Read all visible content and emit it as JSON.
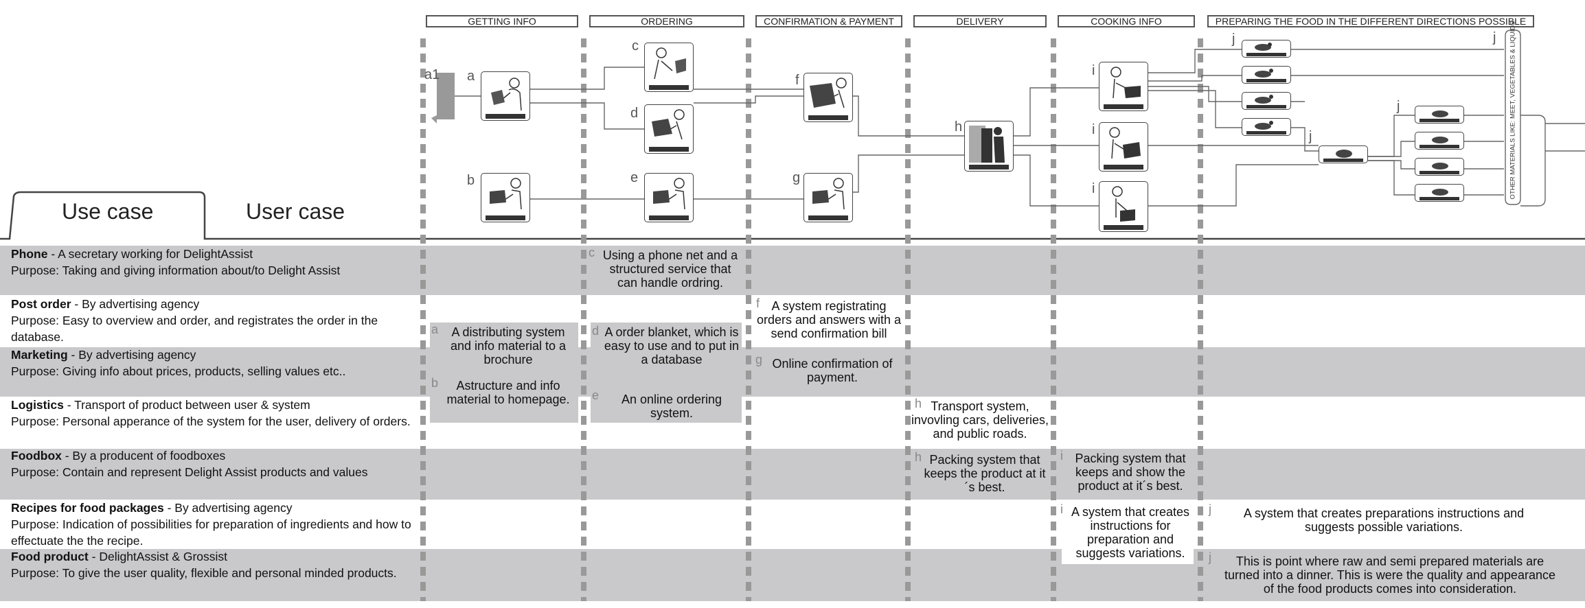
{
  "tabs": {
    "use_case": "Use case",
    "user_case": "User case"
  },
  "phases": [
    {
      "label": "GETTING INFO"
    },
    {
      "label": "ORDERING"
    },
    {
      "label": "CONFIRMATION & PAYMENT"
    },
    {
      "label": "DELIVERY"
    },
    {
      "label": "COOKING  INFO"
    },
    {
      "label": "PREPARING THE  FOOD IN THE DIFFERENT DIRECTIONS POSSIBLE"
    }
  ],
  "vertical_label": "OTHER MATERIALS LIKE: MEET, VEGETABLES & LIQUIDS",
  "node_letters": {
    "a1": "a1",
    "a": "a",
    "b": "b",
    "c": "c",
    "d": "d",
    "e": "e",
    "f": "f",
    "g": "g",
    "h": "h",
    "i": "i",
    "j": "j"
  },
  "rows": [
    {
      "title": "Phone",
      "by": " - A secretary working for DelightAssist",
      "purpose": "Purpose: Taking and giving information about/to  Delight Assist"
    },
    {
      "title": "Post order",
      "by": " - By advertising agency",
      "purpose": " Purpose:  Easy to overview and order,  and registrates the order in the database."
    },
    {
      "title": "Marketing",
      "by": " - By advertising agency",
      "purpose": "Purpose: Giving info about prices, products, selling values etc.."
    },
    {
      "title": "Logistics",
      "by": " - Transport of product between user & system",
      "purpose": "Purpose:  Personal apperance of the system for the user, delivery of orders."
    },
    {
      "title": "Foodbox",
      "by": " - By a producent of foodboxes",
      "purpose": "Purpose:  Contain and represent Delight Assist products and values"
    },
    {
      "title": "Recipes for food packages",
      "by": " - By advertising agency",
      "purpose": "Purpose:  Indication of  possibilities for preparation of ingredients and how to effectuate the the recipe."
    },
    {
      "title": "Food product",
      "by": " - DelightAssist & Grossist",
      "purpose": "Purpose: To give the user quality, flexible and personal minded products."
    }
  ],
  "cells": {
    "c": "Using a phone net and a structured service that can handle ordring.",
    "f": "A system registrating orders and answers with a send confirmation bill",
    "a": "A distributing system and info material to a brochure",
    "d": "A order blanket, which is easy to use and to put in a database",
    "g": "Online confirmation of payment.",
    "b": "Astructure and info material to homepage.",
    "e": "An online ordering system.",
    "h1": "Transport system, invovling cars, deliveries, and public roads.",
    "h2": "Packing system that keeps the product at it´s best.",
    "i1": "Packing system that keeps and show the product at it´s best.",
    "i2": "A system that creates instructions for preparation and suggests variations.",
    "j1": "A system that creates preparations instructions and suggests possible variations.",
    "j2": "This is point where raw and semi prepared materials are turned into a dinner. This is were the quality and appearance of the food products comes into consideration."
  }
}
